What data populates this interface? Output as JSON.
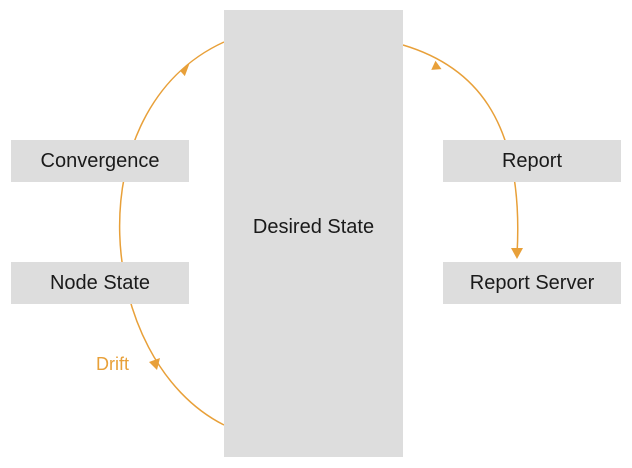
{
  "diagram": {
    "center_label": "Desired State",
    "left_top_label": "Convergence",
    "left_bottom_label": "Node State",
    "right_top_label": "Report",
    "right_bottom_label": "Report Server",
    "drift_label": "Drift"
  },
  "colors": {
    "accent": "#e8a039",
    "box_fill": "#dddddd",
    "text": "#1a1a1a"
  }
}
